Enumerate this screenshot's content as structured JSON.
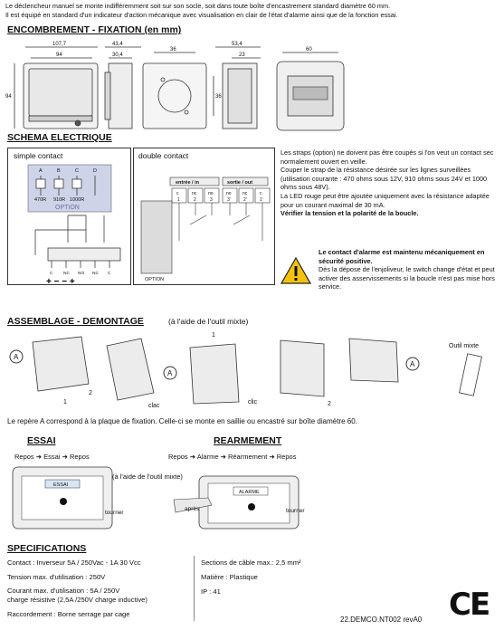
{
  "intro": [
    "Le déclencheur manuel se monte indifféremment soit sur son socle, soit dans toute boîte d'encastrement standard diamètre 60 mm.",
    "Il est équipé en standard d'un indicateur d'action mécanique avec visualisation en clair de l'état d'alarme ainsi que de la fonction essai."
  ],
  "sections": {
    "encombrement": "ENCOMBREMENT - FIXATION (en mm)",
    "schema": "SCHEMA ELECTRIQUE",
    "assemblage": "ASSEMBLAGE - DEMONTAGE",
    "assemblage_note": "(à l'aide de l'outil mixte)",
    "essai": "ESSAI",
    "rearmement": "REARMEMENT",
    "specifications": "SPECIFICATIONS"
  },
  "dimensions": {
    "d107": "107,7",
    "d94a": "94",
    "d43": "43,4",
    "d30": "30,4",
    "d94v": "94",
    "d36a": "36",
    "d36v": "36",
    "d53": "53,4",
    "d23": "23",
    "d60": "60"
  },
  "schema": {
    "simple_contact": "simple contact",
    "double_contact": "double contact",
    "letters": [
      "A",
      "B",
      "C",
      "D"
    ],
    "resistors": [
      "470R",
      "910R",
      "1000R"
    ],
    "option": "OPTION",
    "terminals": [
      "C",
      "NC",
      "NO",
      "NC",
      "C"
    ],
    "entree": "entrée / in",
    "sortie": "sortie / out",
    "term_top": [
      "c",
      "nc",
      "no",
      "no",
      "nc",
      "c"
    ],
    "term_num": [
      "1",
      "2",
      "3",
      "3'",
      "2'",
      "1'"
    ],
    "text1": "Les straps (option) ne doivent pas être coupés si l'on veut un contact sec normalement ouvert en veille.",
    "text2": "Couper le strap de la résistance désirée sur les lignes surveillées (utilisation courante : 470 ohms sous 12V, 910 ohms sous 24V et 1000 ohms sous 48V).",
    "text3": "La LED rouge peut être ajoutée uniquement avec la résistance adaptée pour un courant maximal de 30 mA.",
    "text3b": "Vérifier la tension et la polarité de la boucle.",
    "warn_bold": "Le contact d'alarme est maintenu mécaniquement en sécurité positive.",
    "warn_text": "Dès la dépose de l'enjoliveur, le switch change d'état et peut activer des asservissements si la boucle n'est pas mise hors service."
  },
  "assemblage": {
    "label_a": "A",
    "clac": "clac",
    "clic": "clic",
    "outil": "Outil mixte",
    "num1": "1",
    "num2": "2",
    "repere": "Le repère A correspond à la plaque de fixation. Celle-ci se monte en saillie ou encastré sur boîte diamètre 60."
  },
  "essai": {
    "flow": [
      "Repos",
      "Essai",
      "Repos"
    ],
    "note": "(à l'aide de l'outil mixte)",
    "badge": "ESSAI",
    "tourner": "tourner"
  },
  "rearmement": {
    "flow": [
      "Repos",
      "Alarme",
      "Réarmement",
      "Repos"
    ],
    "badge": "ALARME",
    "apres": "après",
    "tourner": "tourner"
  },
  "specs": {
    "contact": "Contact : Inverseur 5A / 250Vac - 1A 30 Vcc",
    "tension": "Tension max. d'utilisation : 250V",
    "courant": "Courant max. d'utilisation : 5A / 250V",
    "charge": "charge résistive (2,5A /250V charge inductive)",
    "raccord": "Raccordement : Borne serrage par cage",
    "sections": "Sections de câble max.: 2,5 mm²",
    "matiere": "Matière : Plastique",
    "ip": "IP : 41"
  },
  "footer": {
    "ref": "22.DEMCO.NT002 revA0",
    "ce": "CE"
  }
}
